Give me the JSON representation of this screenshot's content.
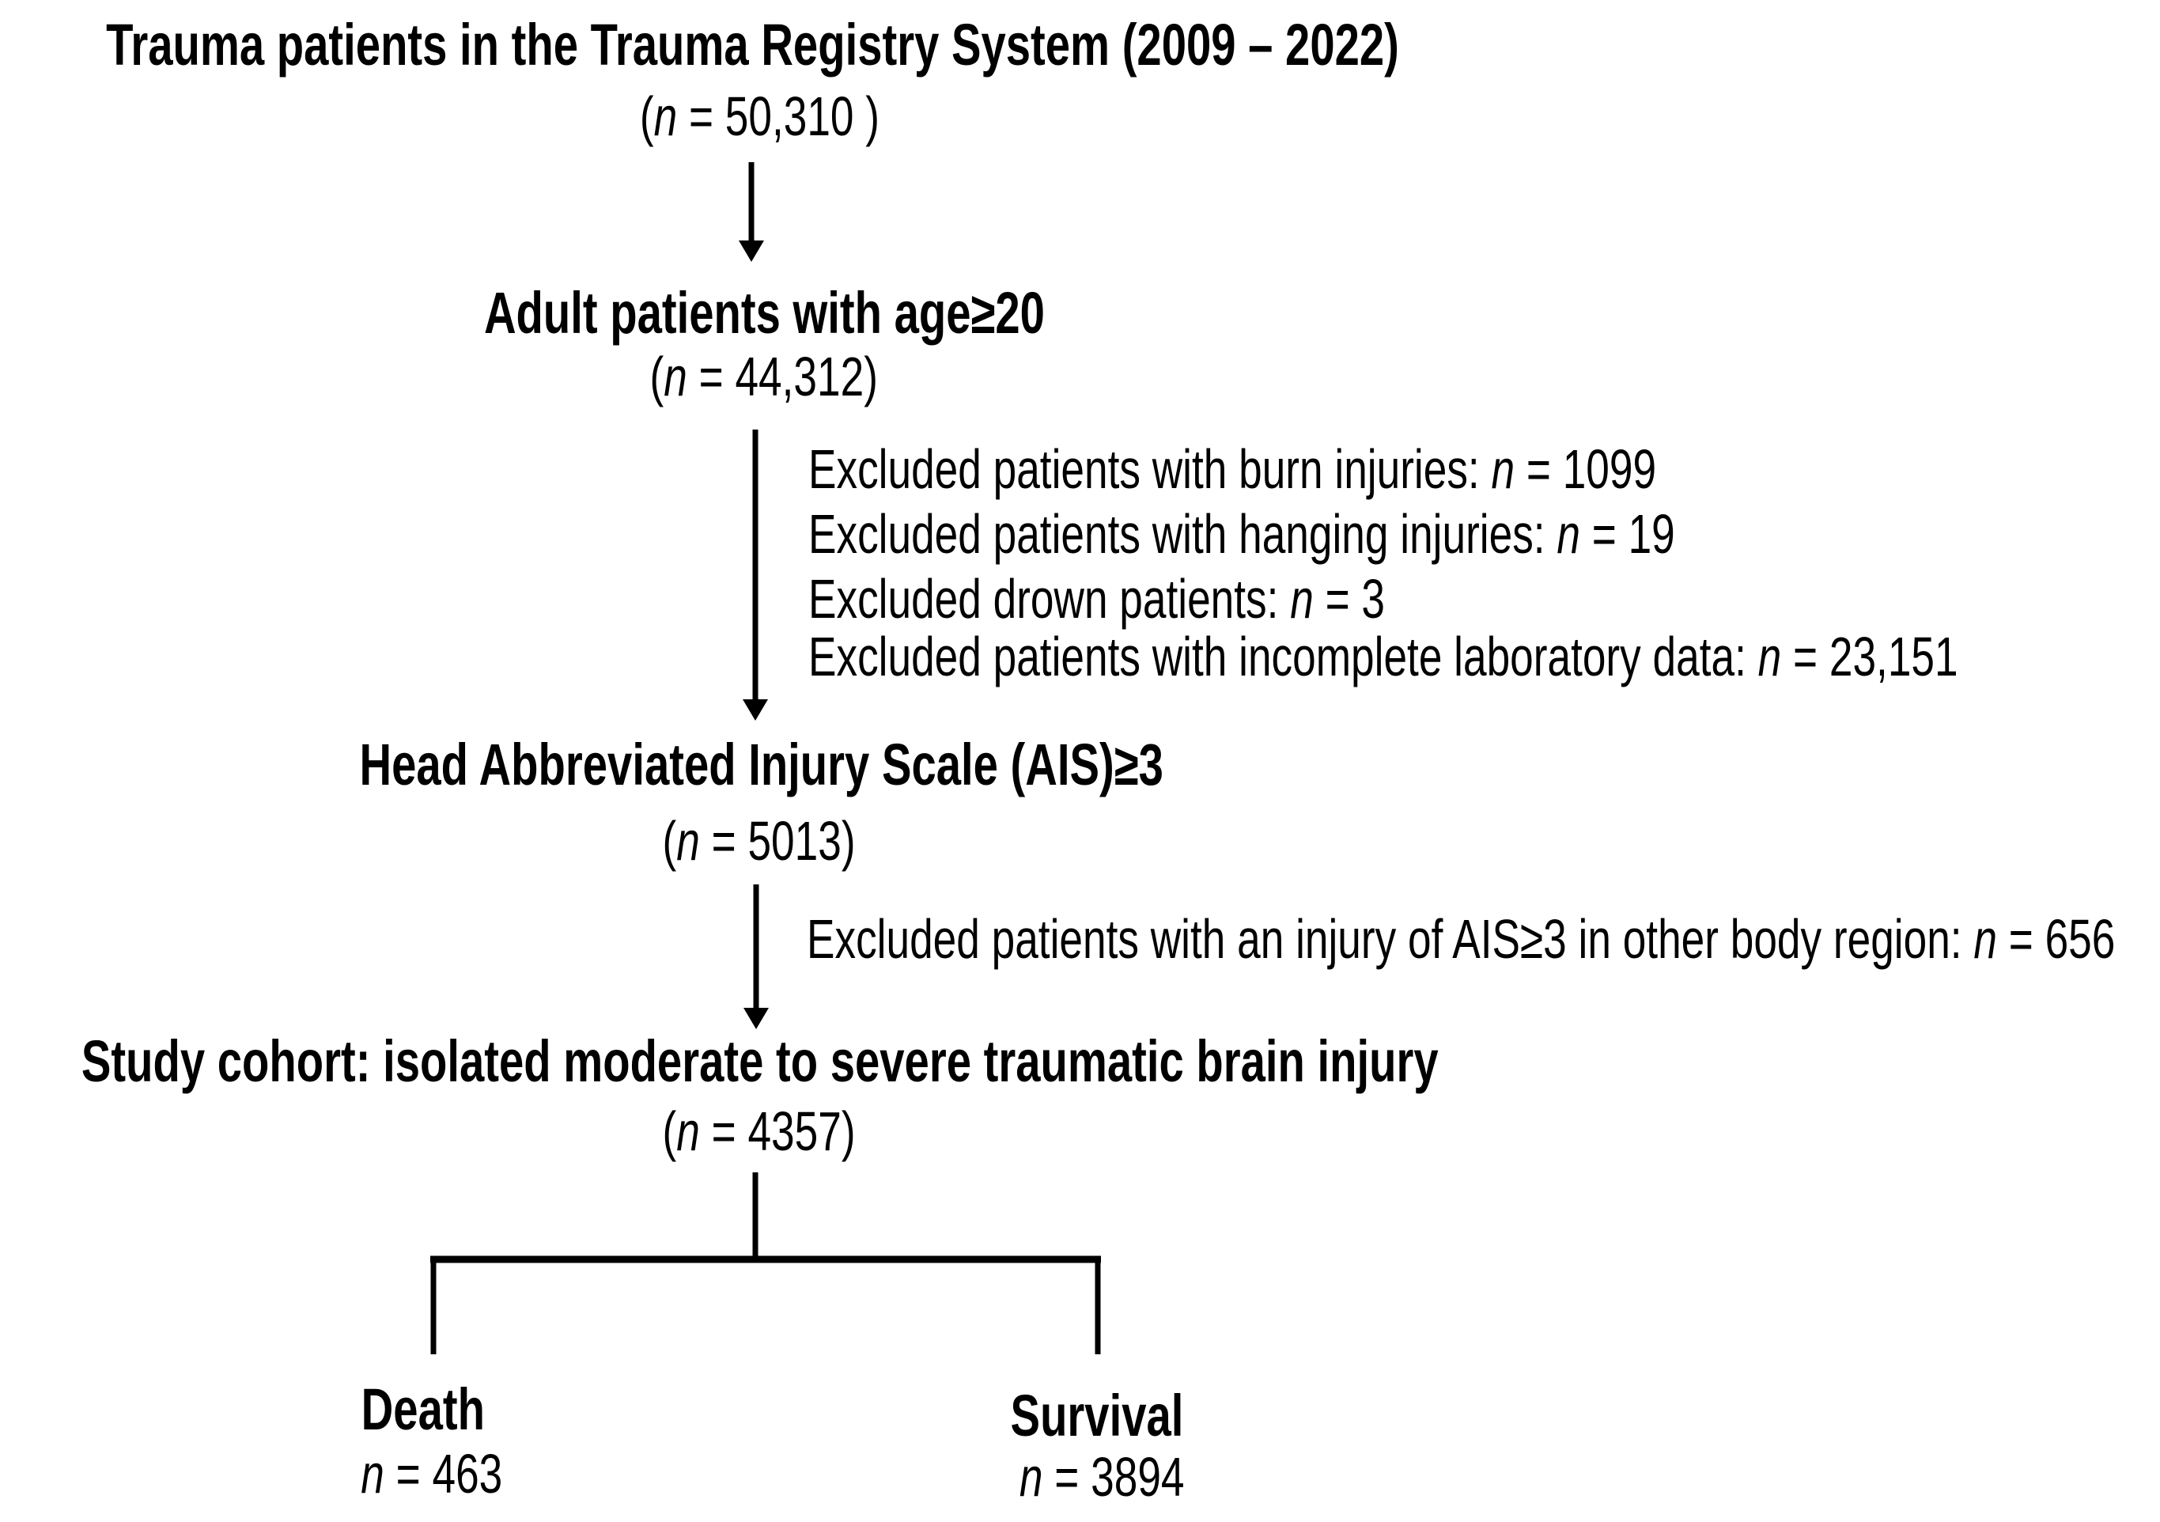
{
  "figure": {
    "background": "#ffffff",
    "text_color": "#000000",
    "line_color": "#000000",
    "nodes": {
      "registry": {
        "title": "Trauma patients in the Trauma Registry System (2009 – 2022)",
        "count": {
          "pre": "(",
          "var": "n",
          "post": " = 50,310 )"
        }
      },
      "adults": {
        "title": "Adult patients with age≥20",
        "count": {
          "pre": "(",
          "var": "n",
          "post": " = 44,312)"
        }
      },
      "head_ais": {
        "title": "Head Abbreviated Injury Scale (AIS)≥3",
        "count": {
          "pre": "(",
          "var": "n",
          "post": " = 5013)"
        }
      },
      "study_cohort": {
        "title": "Study cohort: isolated moderate to severe traumatic brain injury",
        "count": {
          "pre": "(",
          "var": "n",
          "post": " = 4357)"
        }
      }
    },
    "exclusions_stage1": {
      "lines": [
        {
          "pre": "Excluded patients with burn injuries: ",
          "var": "n",
          "post": " = 1099"
        },
        {
          "pre": "Excluded patients with hanging injuries: ",
          "var": "n",
          "post": " = 19"
        },
        {
          "pre": "Excluded drown patients: ",
          "var": "n",
          "post": " = 3"
        },
        {
          "pre": "Excluded patients with incomplete laboratory data: ",
          "var": "n",
          "post": " = 23,151"
        }
      ]
    },
    "exclusions_stage2": {
      "lines": [
        {
          "pre": "Excluded patients with an injury of AIS≥3 in other body region: ",
          "var": "n",
          "post": " = 656"
        }
      ]
    },
    "outcomes": {
      "death": {
        "label": "Death",
        "count": {
          "pre": "",
          "var": "n",
          "post": " = 463"
        }
      },
      "survival": {
        "label": "Survival",
        "count": {
          "pre": "",
          "var": "n",
          "post": " = 3894"
        }
      }
    }
  }
}
